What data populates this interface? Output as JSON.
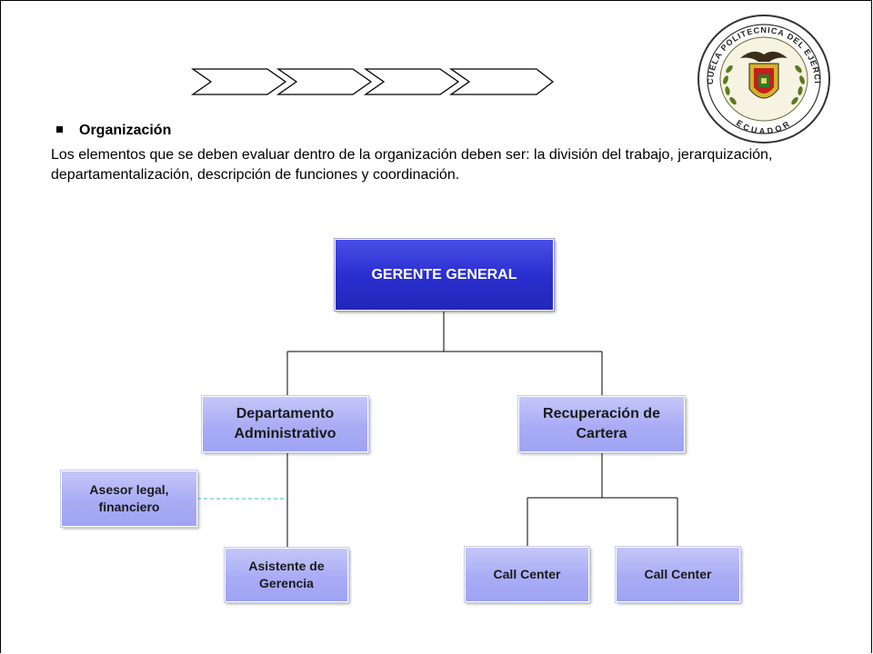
{
  "logo": {
    "top_text": "ESCUELA POLITECNICA DEL EJERCITO",
    "bottom_text": "ECUADOR"
  },
  "section": {
    "heading": "Organización",
    "paragraph": "Los elementos que se deben evaluar dentro de la organización deben ser: la división del trabajo, jerarquización, departamentalización, descripción de funciones y coordinación."
  },
  "org_chart": {
    "root": "GERENTE GENERAL",
    "admin_dept": "Departamento Administrativo",
    "recovery_dept": "Recuperación de Cartera",
    "advisor": "Asesor legal, financiero",
    "assistant": "Asistente de Gerencia",
    "call_center_1": "Call Center",
    "call_center_2": "Call Center"
  },
  "colors": {
    "root_box": "#2b2fd0",
    "child_box": "#a9acf5",
    "dashed_link": "#3fb8c8",
    "connector": "#000000"
  }
}
